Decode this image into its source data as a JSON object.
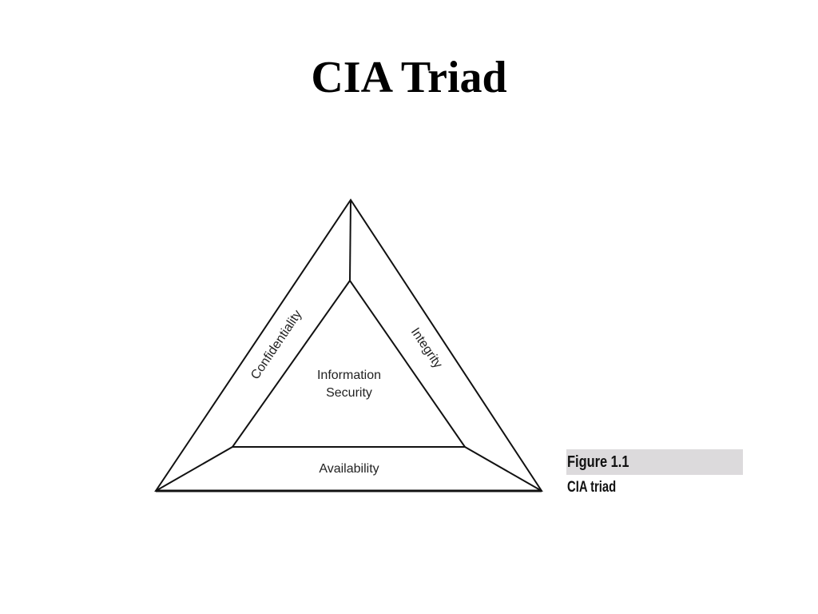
{
  "slide": {
    "title": "CIA Triad"
  },
  "diagram": {
    "center_label_line1": "Information",
    "center_label_line2": "Security",
    "left_band_label": "Confidentiality",
    "right_band_label": "Integrity",
    "bottom_band_label": "Availability"
  },
  "figure": {
    "number": "Figure 1.1",
    "caption": "CIA triad"
  }
}
